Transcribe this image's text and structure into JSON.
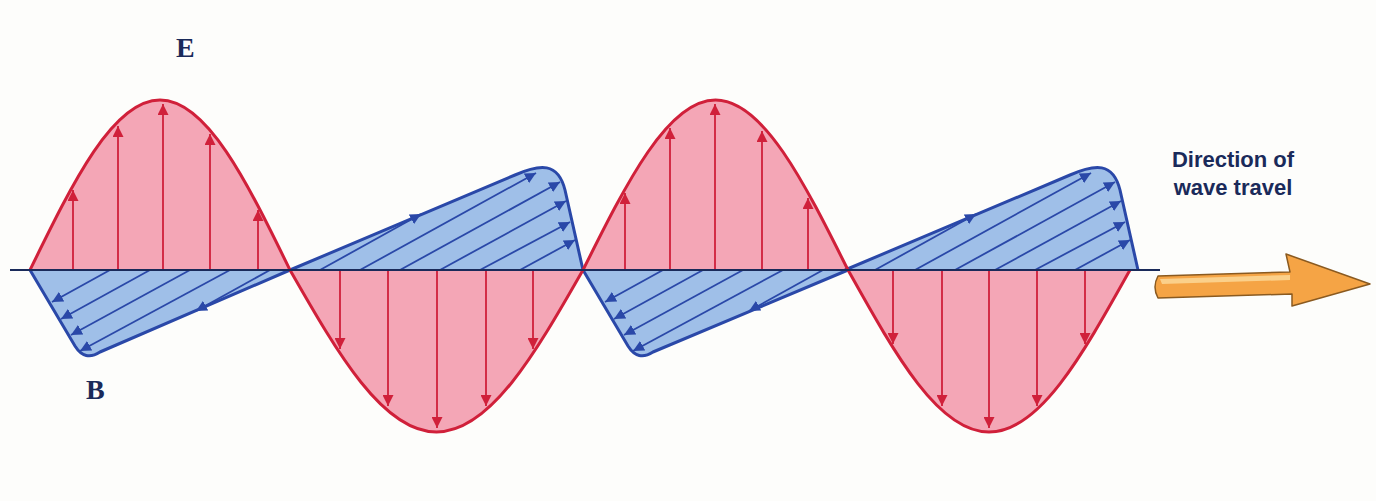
{
  "diagram": {
    "labels": [
      "E",
      "B",
      "Direction of wave travel"
    ]
  }
}
